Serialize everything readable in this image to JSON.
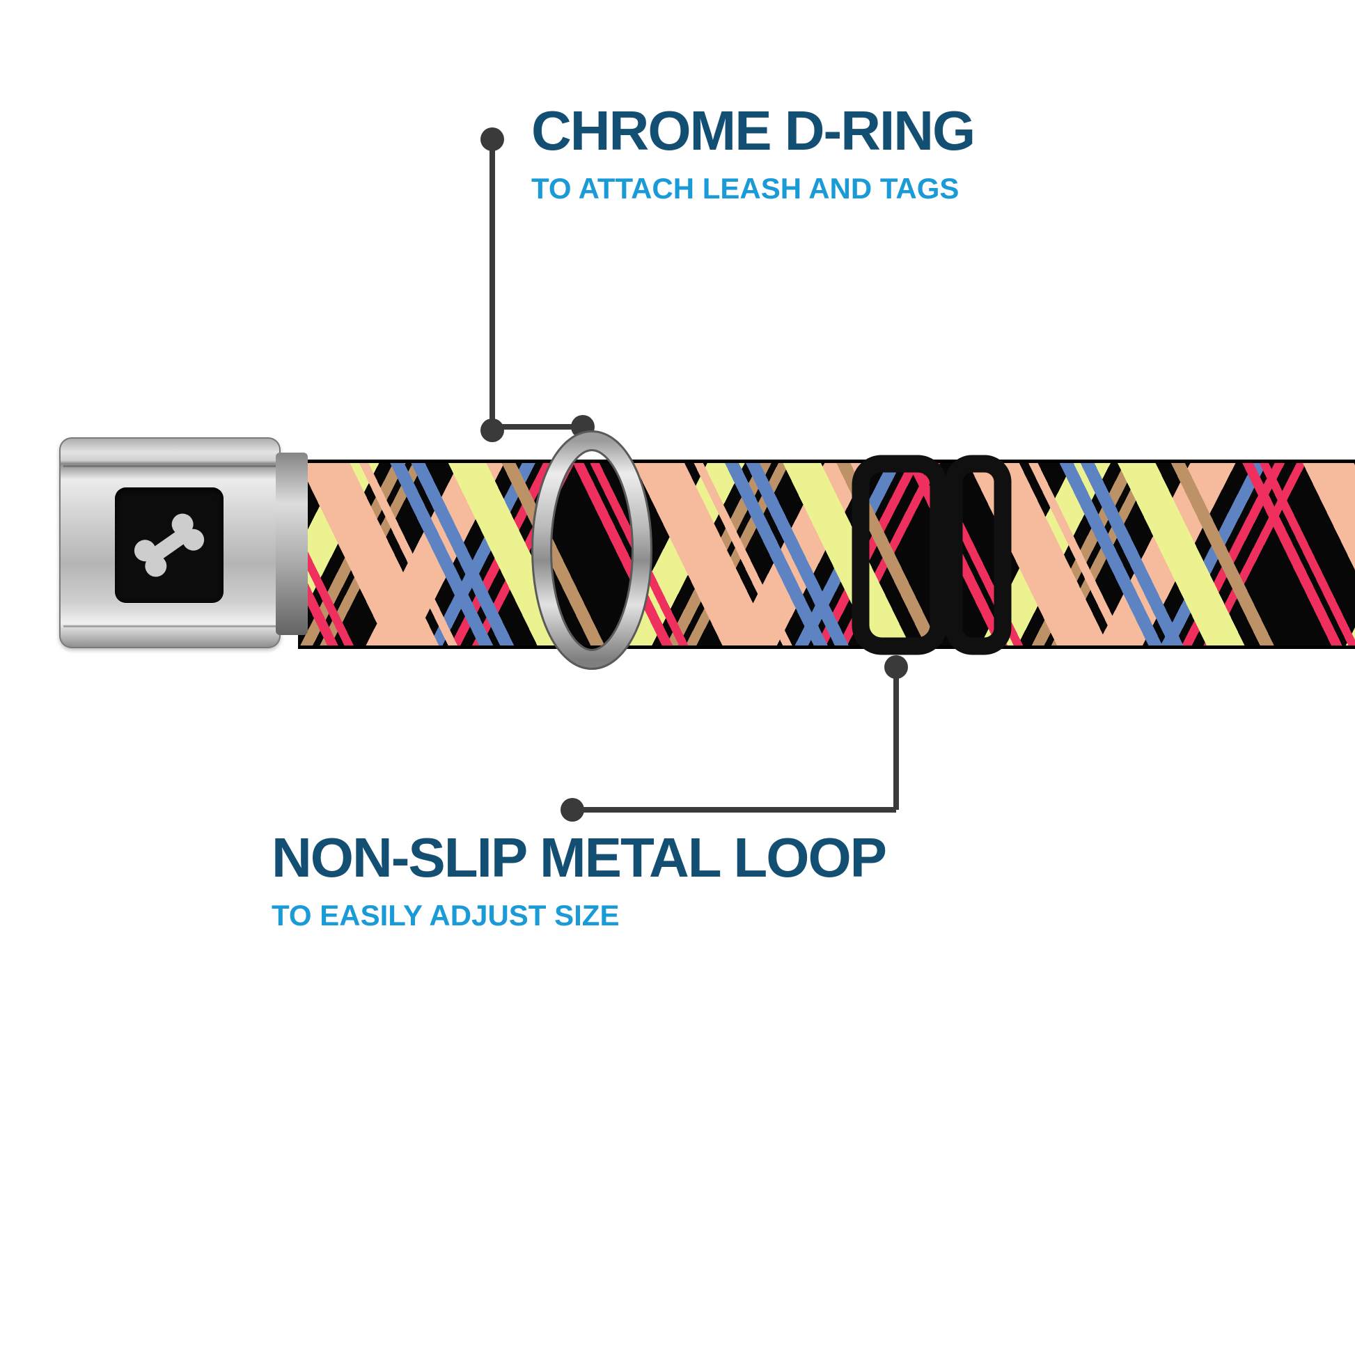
{
  "callouts": {
    "dring": {
      "title": "CHROME D-RING",
      "subtitle": "TO ATTACH LEASH AND TAGS"
    },
    "loop": {
      "title": "NON-SLIP METAL LOOP",
      "subtitle": "TO EASILY ADJUST SIZE"
    }
  },
  "icons": {
    "buckle_logo": "dog-bone-icon"
  },
  "colors": {
    "title_blue": "#134e73",
    "subtitle_blue": "#1a9bd7",
    "callout_gray": "#3a3a3a",
    "strap_black": "#070707",
    "plaid_salmon": "#f6bb9d",
    "plaid_yellow": "#edf290",
    "plaid_blue": "#5d83c2",
    "plaid_red": "#ef2f5e",
    "plaid_tan": "#bd9267",
    "chrome_light": "#e9e9e9",
    "chrome_dark": "#8c8c8c",
    "slider_black": "#101010"
  }
}
